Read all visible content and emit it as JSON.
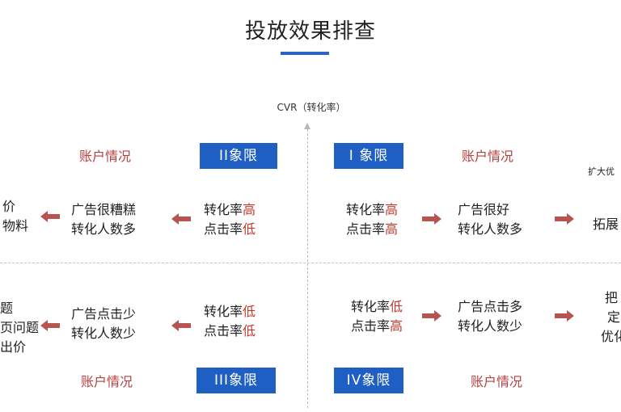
{
  "title": "投放效果排查",
  "axis_label": "CVR（转化率）",
  "colors": {
    "badge": "#1f5fc4",
    "account_text": "#b3413f",
    "highlight": "#c0392b",
    "arrow": "#b85450"
  },
  "q2": {
    "badge": "II象限",
    "account": "账户情况",
    "metric1": "转化率",
    "metric1_level": "高",
    "metric2": "点击率",
    "metric2_level": "低",
    "result1": "广告很糟糕",
    "result2": "转化人数多",
    "action1": "价",
    "action2": "物料"
  },
  "q1": {
    "badge": "I 象限",
    "account": "账户情况",
    "extra": "扩大优",
    "metric1": "转化率",
    "metric1_level": "高",
    "metric2": "点击率",
    "metric2_level": "高",
    "result1": "广告很好",
    "result2": "转化人数多",
    "action1": "拓展"
  },
  "q3": {
    "badge": "III象限",
    "account": "账户情况",
    "metric1": "转化率",
    "metric1_level": "低",
    "metric2": "点击率",
    "metric2_level": "低",
    "result1": "广告点击少",
    "result2": "转化人数少",
    "action1": "题",
    "action2": "页问题",
    "action3": "出价"
  },
  "q4": {
    "badge": "IV象限",
    "account": "账户情况",
    "metric1": "转化率",
    "metric1_level": "低",
    "metric2": "点击率",
    "metric2_level": "高",
    "result1": "广告点击多",
    "result2": "转化人数少",
    "action1": "把",
    "action2": "定",
    "action3": "优化"
  }
}
